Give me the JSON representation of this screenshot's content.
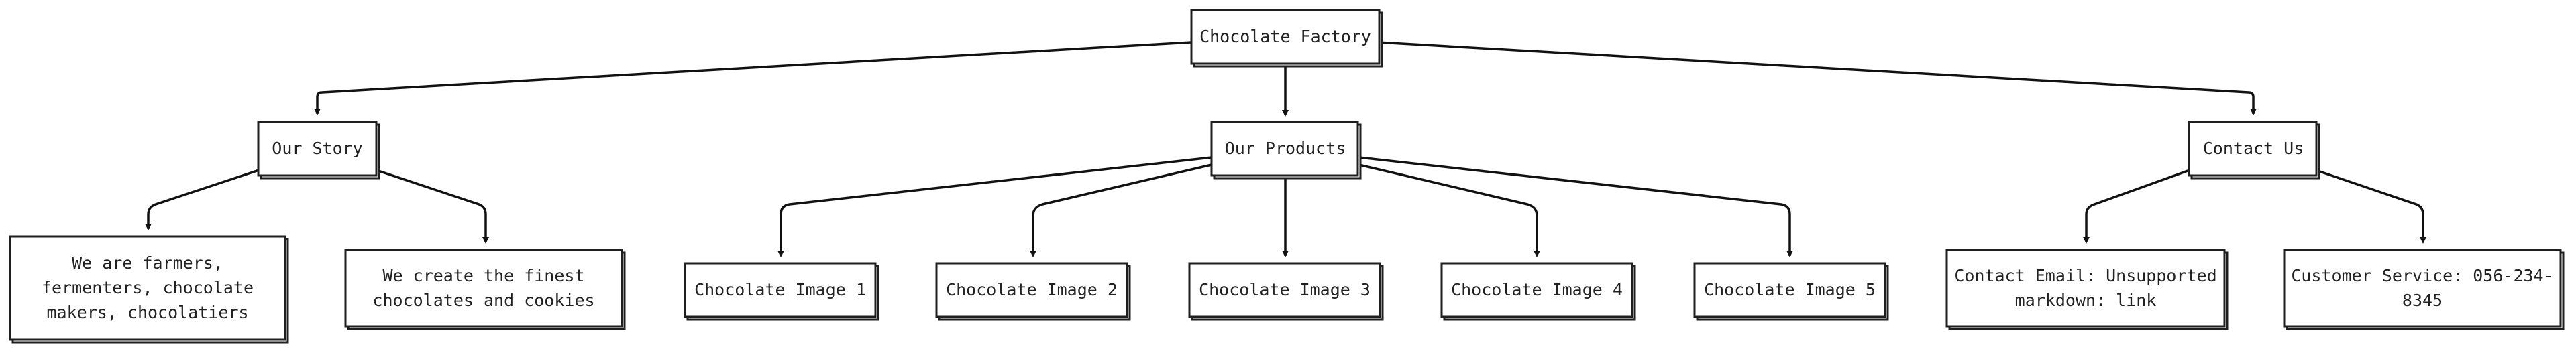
{
  "diagram": {
    "root": {
      "label": "Chocolate Factory"
    },
    "sections": [
      {
        "label": "Our Story",
        "children": [
          {
            "lines": [
              "We are farmers,",
              "fermenters, chocolate",
              "makers, chocolatiers"
            ]
          },
          {
            "lines": [
              "We create the finest",
              "chocolates and cookies"
            ]
          }
        ]
      },
      {
        "label": "Our Products",
        "children": [
          {
            "lines": [
              "Chocolate Image 1"
            ]
          },
          {
            "lines": [
              "Chocolate Image 2"
            ]
          },
          {
            "lines": [
              "Chocolate Image 3"
            ]
          },
          {
            "lines": [
              "Chocolate Image 4"
            ]
          },
          {
            "lines": [
              "Chocolate Image 5"
            ]
          }
        ]
      },
      {
        "label": "Contact Us",
        "children": [
          {
            "lines": [
              "Contact Email: Unsupported",
              "markdown: link"
            ]
          },
          {
            "lines": [
              "Customer Service: 056-234-",
              "8345"
            ]
          }
        ]
      }
    ]
  },
  "colors": {
    "node_border": "#1f1f1f",
    "edge": "#111111",
    "text": "#222222"
  }
}
